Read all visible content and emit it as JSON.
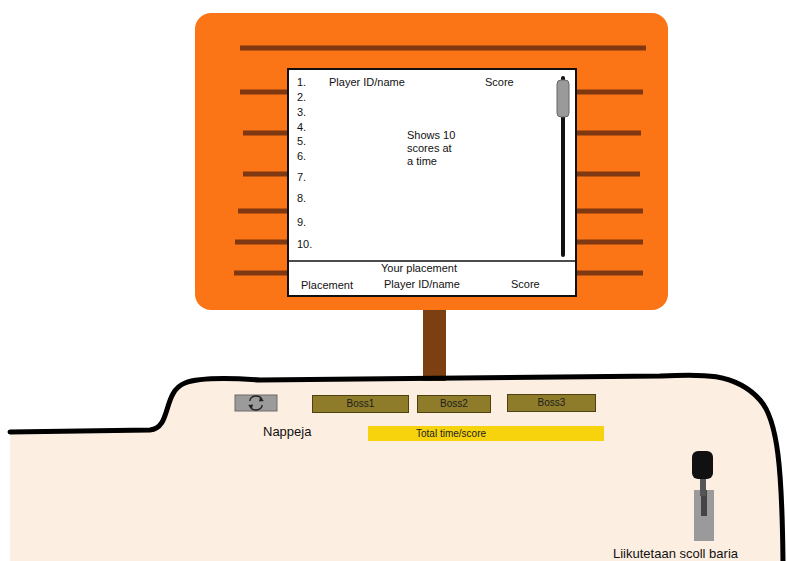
{
  "diagram": {
    "nodes": [
      {
        "text": [
          "1.",
          "Player ID/name",
          "Score",
          "2.",
          "3.",
          "4.",
          "5.",
          "6.",
          "7.",
          "8.",
          "9.",
          "10.",
          "Shows 10 scores at a time"
        ]
      },
      {
        "text": [
          "Your placement",
          "Placement",
          "Player ID/name",
          "Score"
        ],
        "in": 0
      },
      {
        "text": [
          "Boss1"
        ]
      },
      {
        "text": [
          "Boss2"
        ]
      },
      {
        "text": [
          "Boss3"
        ]
      },
      {
        "text": [
          "Total time/score"
        ]
      }
    ],
    "labels": [
      "Nappeja",
      "Liikutetaan scoll baria"
    ]
  }
}
